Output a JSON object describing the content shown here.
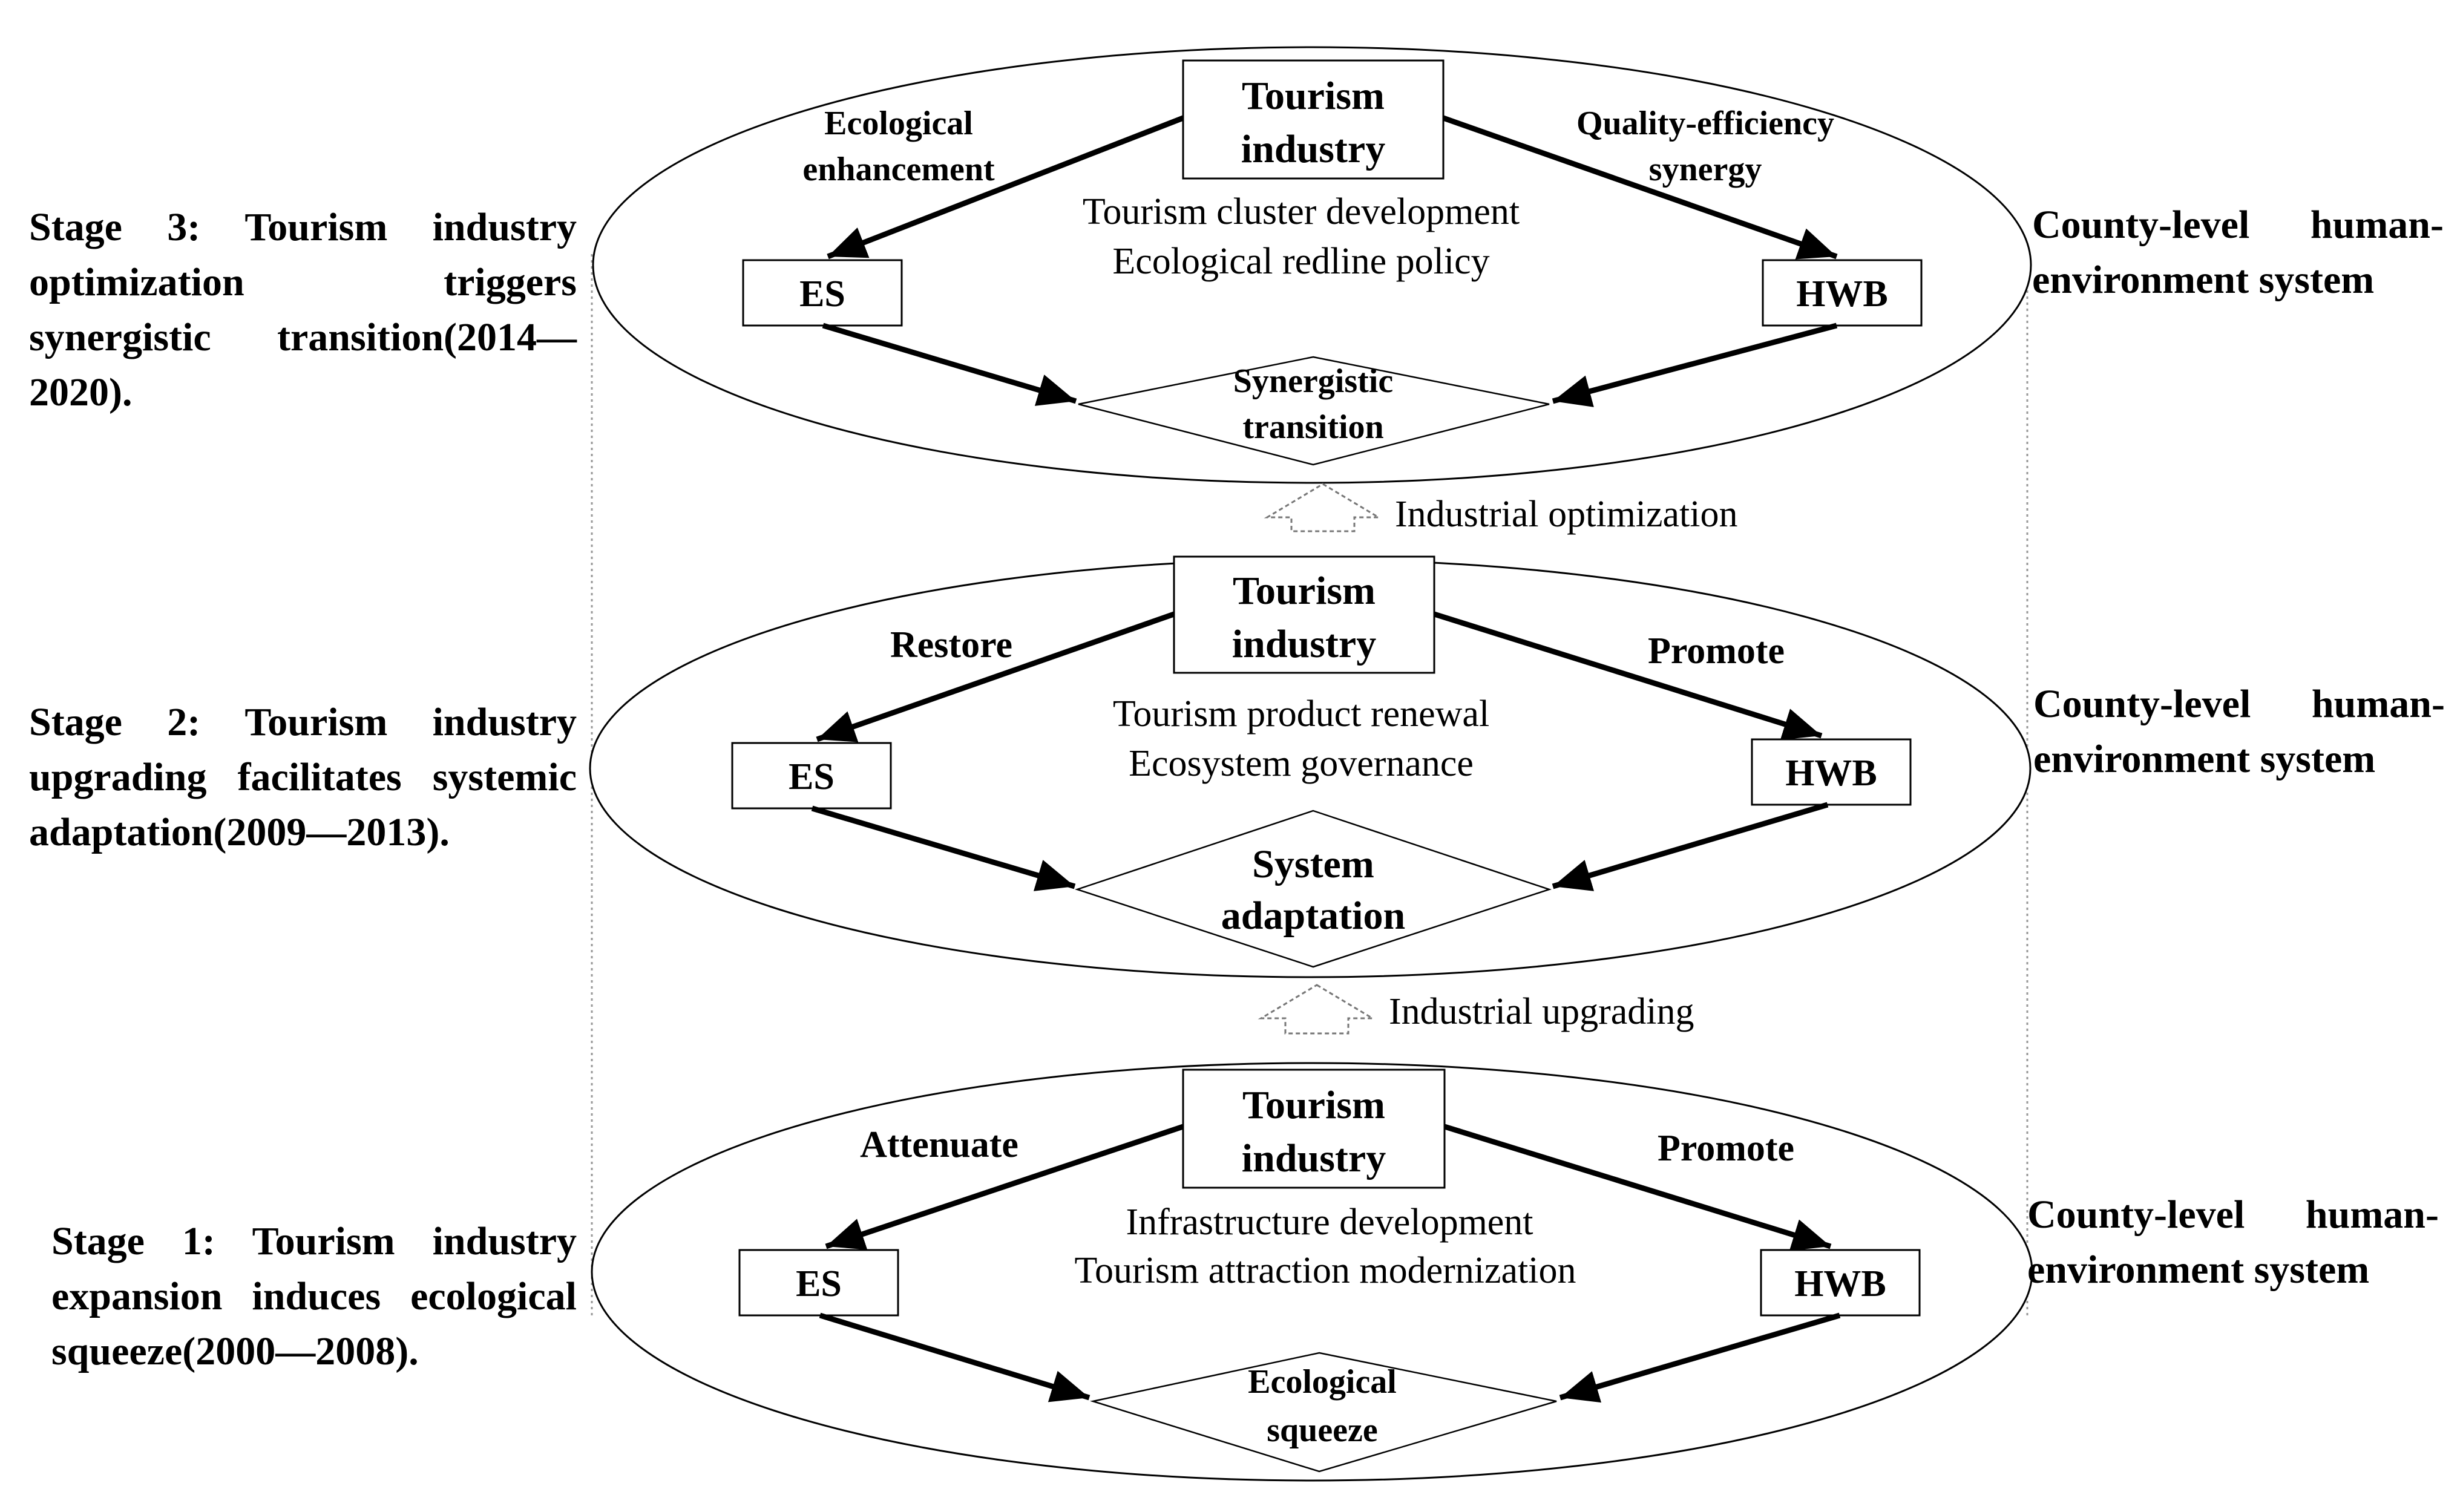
{
  "stages": [
    {
      "id": "stage3",
      "caption": "Stage 3: Tourism industry optimization triggers synergistic transition(2014—2020).",
      "system_label": {
        "line1": "County-level human-",
        "line2": "environment system"
      },
      "core": {
        "line1": "Tourism",
        "line2": "industry"
      },
      "left_node": "ES",
      "right_node": "HWB",
      "left_effect": {
        "line1": "Ecological",
        "line2": "enhancement"
      },
      "right_effect": {
        "line1": "Quality-efficiency",
        "line2": "synergy"
      },
      "drivers": {
        "line1": "Tourism cluster development",
        "line2": "Ecological redline policy"
      },
      "outcome": {
        "line1": "Synergistic",
        "line2": "transition"
      }
    },
    {
      "id": "stage2",
      "caption": "Stage 2: Tourism industry upgrading facilitates systemic adaptation(2009—2013).",
      "system_label": {
        "line1": "County-level human-",
        "line2": "environment system"
      },
      "core": {
        "line1": "Tourism",
        "line2": "industry"
      },
      "left_node": "ES",
      "right_node": "HWB",
      "left_effect": {
        "line1": "Restore"
      },
      "right_effect": {
        "line1": "Promote"
      },
      "drivers": {
        "line1": "Tourism product renewal",
        "line2": "Ecosystem governance"
      },
      "outcome": {
        "line1": "System",
        "line2": "adaptation"
      }
    },
    {
      "id": "stage1",
      "caption": "Stage 1: Tourism industry expansion induces ecological squeeze(2000—2008).",
      "system_label": {
        "line1": "County-level human-",
        "line2": "environment system"
      },
      "core": {
        "line1": "Tourism",
        "line2": "industry"
      },
      "left_node": "ES",
      "right_node": "HWB",
      "left_effect": {
        "line1": "Attenuate"
      },
      "right_effect": {
        "line1": "Promote"
      },
      "drivers": {
        "line1": "Infrastructure development",
        "line2": "Tourism attraction modernization"
      },
      "outcome": {
        "line1": "Ecological",
        "line2": "squeeze"
      }
    }
  ],
  "transitions": [
    {
      "label": "Industrial optimization"
    },
    {
      "label": "Industrial upgrading"
    }
  ]
}
